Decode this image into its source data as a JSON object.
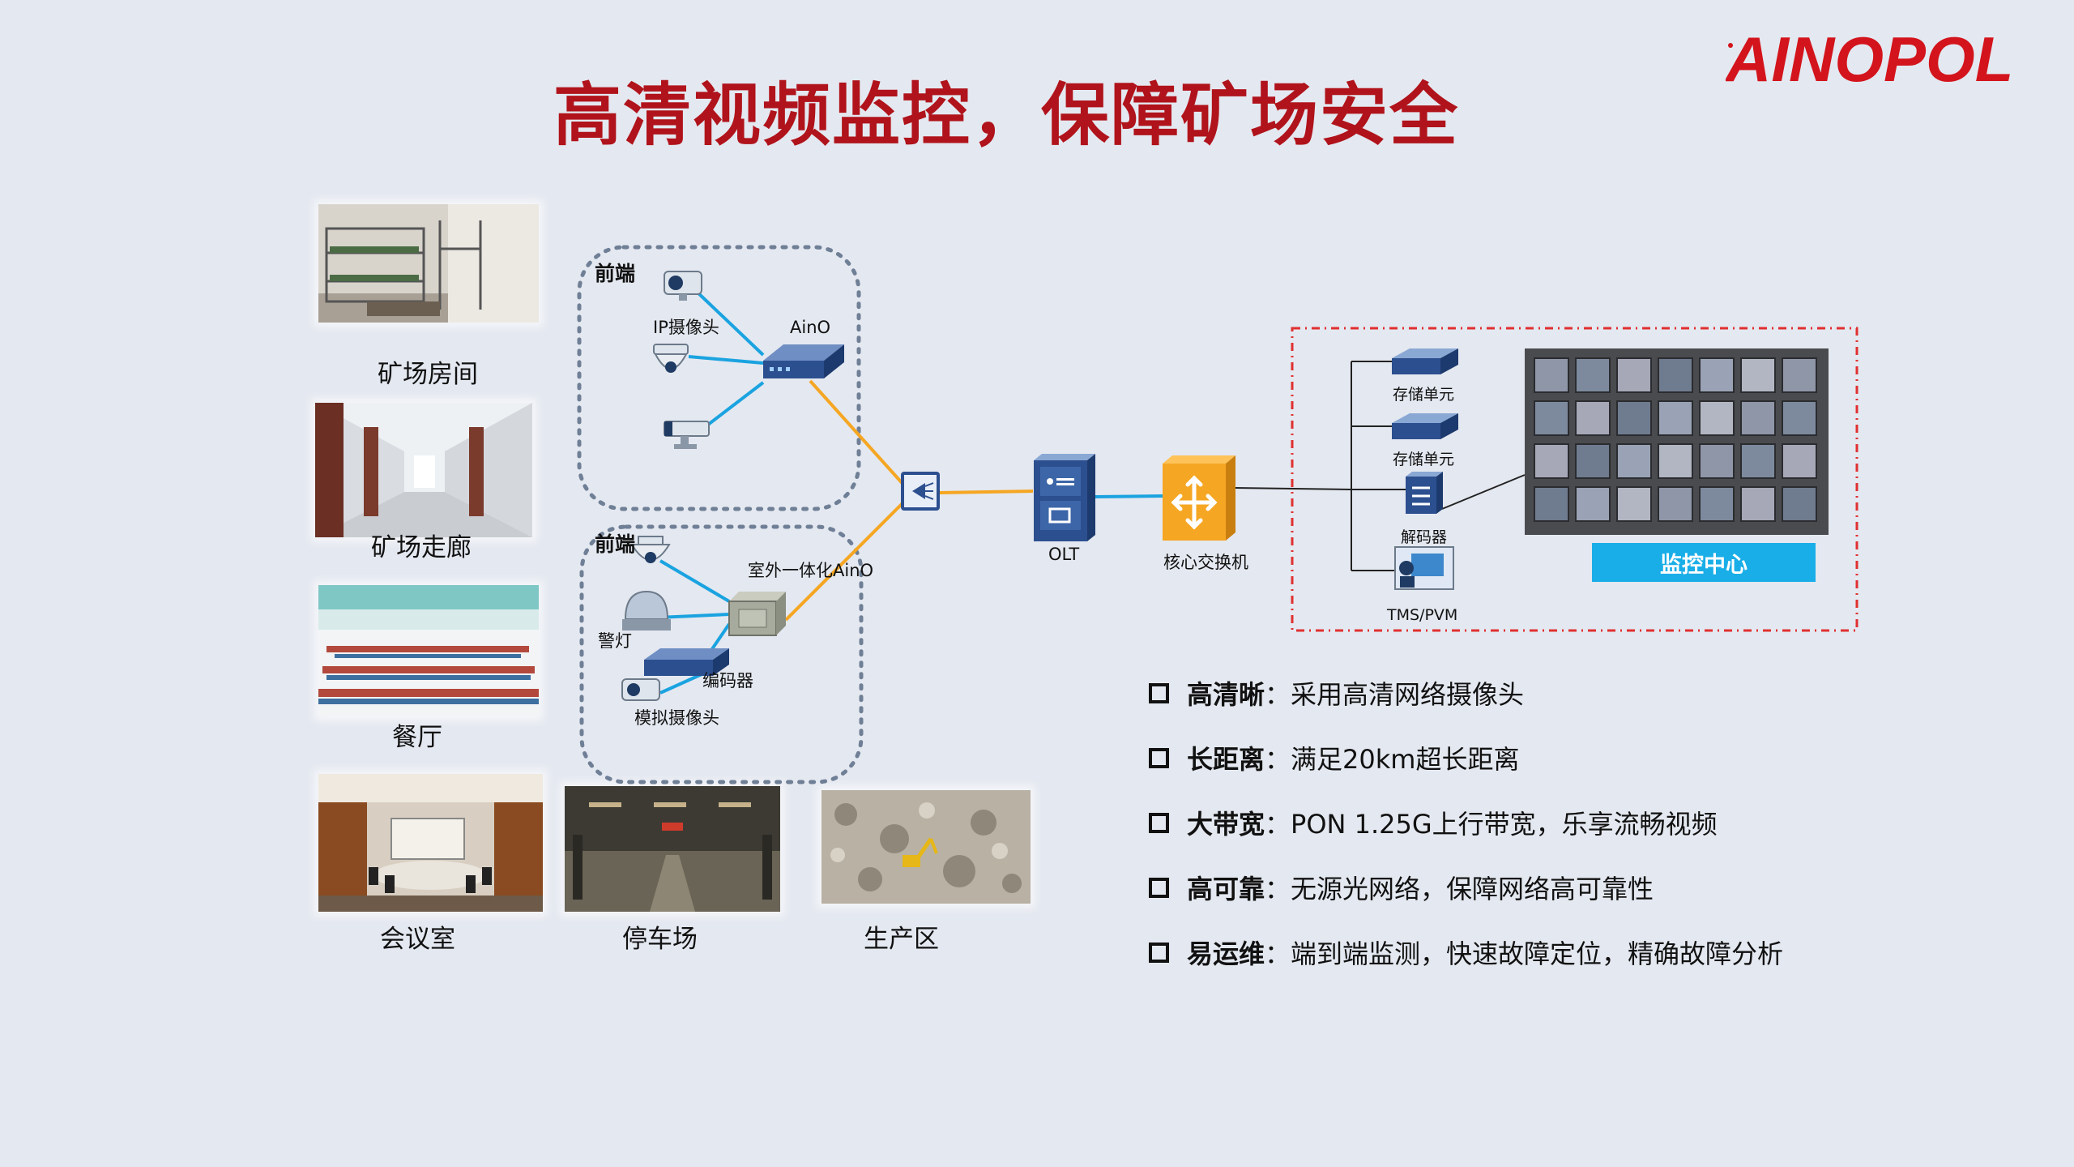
{
  "title": "高清视频监控，保障矿场安全",
  "logo": {
    "text": "AINOPOL",
    "color": "#d3141c"
  },
  "colors": {
    "title": "#b0131b",
    "fiber": "#f5a623",
    "ethernet": "#1aa3e0",
    "monitor_center": "#1aaee8",
    "dashed_frame": "#e03030"
  },
  "scenes": [
    {
      "id": "dorm",
      "caption": "矿场房间"
    },
    {
      "id": "corridor",
      "caption": "矿场走廊"
    },
    {
      "id": "canteen",
      "caption": "餐厅"
    },
    {
      "id": "meeting",
      "caption": "会议室"
    },
    {
      "id": "parking",
      "caption": "停车场"
    },
    {
      "id": "production",
      "caption": "生产区"
    }
  ],
  "diagram": {
    "front_end_top": {
      "title": "前端",
      "ip_camera": "IP摄像头",
      "aino": "AinO"
    },
    "front_end_bottom": {
      "title": "前端",
      "outdoor_aino": "室外一体化AinO",
      "warning_light": "警灯",
      "encoder": "编码器",
      "analog_camera": "模拟摄像头"
    },
    "olt": "OLT",
    "core_switch": "核心交换机",
    "storage_1": "存储单元",
    "storage_2": "存储单元",
    "decoder": "解码器",
    "tms": "TMS/PVM",
    "monitor_center": "监控中心"
  },
  "features": [
    {
      "key": "高清晰",
      "sep": "：",
      "text": "采用高清网络摄像头"
    },
    {
      "key": "长距离",
      "sep": "：",
      "text": "满足20km超长距离"
    },
    {
      "key": "大带宽",
      "sep": "：",
      "text": "PON 1.25G上行带宽，乐享流畅视频"
    },
    {
      "key": "高可靠",
      "sep": "：",
      "text": "无源光网络，保障网络高可靠性"
    },
    {
      "key": "易运维",
      "sep": "：",
      "text": "端到端监测，快速故障定位，精确故障分析"
    }
  ]
}
